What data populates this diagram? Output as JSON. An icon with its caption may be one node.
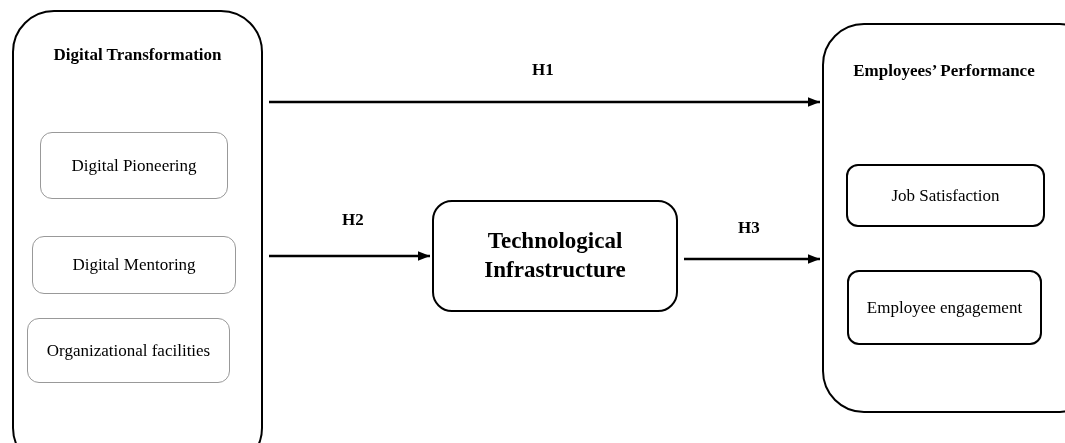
{
  "diagram": {
    "nodes": [
      {
        "text": [
          "Digital Transformation"
        ]
      },
      {
        "text": [
          "Digital Pioneering"
        ],
        "in": 0
      },
      {
        "text": [
          "Digital Mentoring"
        ],
        "in": 0
      },
      {
        "text": [
          "Organizational facilities"
        ],
        "in": 0
      },
      {
        "text": [
          "Technological Infrastructure"
        ]
      },
      {
        "text": [
          "Employees’ Performance"
        ]
      },
      {
        "text": [
          "Job Satisfaction"
        ],
        "in": 5
      },
      {
        "text": [
          "Employee engagement"
        ],
        "in": 5
      }
    ],
    "edges": [
      {
        "from": 0,
        "to": 5,
        "arrow": "to",
        "label": "H1"
      },
      {
        "from": 0,
        "to": 4,
        "arrow": "to",
        "label": "H2"
      },
      {
        "from": 4,
        "to": 5,
        "arrow": "to",
        "label": "H3"
      }
    ]
  }
}
